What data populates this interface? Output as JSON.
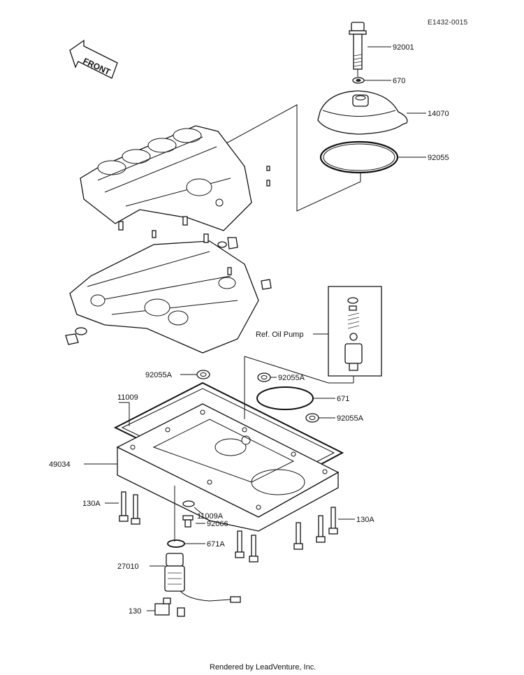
{
  "diagram_code": "E1432-0015",
  "front_label": "FRONT",
  "ref_label": "Ref.  Oil Pump",
  "footer": "Rendered by LeadVenture, Inc.",
  "parts": {
    "p92001": "92001",
    "p670": "670",
    "p14070": "14070",
    "p92055": "92055",
    "p92055A_left": "92055A",
    "p92055A_mid": "92055A",
    "p92055A_right": "92055A",
    "p11009": "11009",
    "p671": "671",
    "p49034": "49034",
    "p130A_left": "130A",
    "p130A_right": "130A",
    "p11009A": "11009A",
    "p92066": "92066",
    "p671A": "671A",
    "p27010": "27010",
    "p130": "130"
  }
}
